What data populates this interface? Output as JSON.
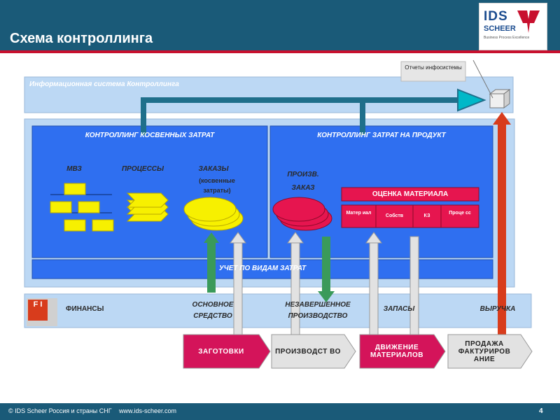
{
  "page": {
    "title": "Схема контроллинга",
    "footer_left": "© IDS Scheer Россия и страны СНГ",
    "footer_url": "www.ids-scheer.com",
    "page_number": "4"
  },
  "logo": {
    "line1": "IDS",
    "line2": "SCHEER",
    "tagline": "Business Process Excellence"
  },
  "diagram": {
    "info_system_label": "Информационная система Контроллинга",
    "reports_label": "Отчеты инфосистемы",
    "indirect_costs_title": "КОНТРОЛЛИНГ КОСВЕННЫХ ЗАТРАТ",
    "product_costs_title": "КОНТРОЛЛИНГ ЗАТРАТ НА ПРОДУКТ",
    "mvz_label": "МВЗ",
    "processes_label": "ПРОЦЕССЫ",
    "orders_label": "ЗАКАЗЫ",
    "orders_sub": "(косвенные затраты)",
    "prod_order_label_1": "ПРОИЗВ.",
    "prod_order_label_2": "ЗАКАЗ",
    "material_valuation": "ОЦЕНКА МАТЕРИАЛА",
    "cells": [
      "Матер иал",
      "Собств",
      "КЗ",
      "Проце сс"
    ],
    "cost_types": "УЧЕТ ПО ВИДАМ ЗАТРАТ",
    "fi_badge": "F I",
    "finance_label": "ФИНАНСЫ",
    "fixed_assets_1": "ОСНОВНОЕ",
    "fixed_assets_2": "СРЕДСТВО",
    "wip_1": "НЕЗАВЕРШЕННОЕ",
    "wip_2": "ПРОИЗВОДСТВО",
    "inventory": "ЗАПАСЫ",
    "revenue": "ВЫРУЧКА",
    "process_steps": [
      {
        "label": "ЗАГОТОВКИ",
        "color": "#d4145a"
      },
      {
        "label": "ПРОИЗВОДСТ ВО",
        "color": "#e2e2e2"
      },
      {
        "label": "ДВИЖЕНИЕ МАТЕРИАЛОВ",
        "color": "#d4145a"
      },
      {
        "label": "ПРОДАЖА ФАКТУРИРОВ АНИЕ",
        "color": "#e2e2e2"
      }
    ]
  },
  "colors": {
    "header": "#1a5a78",
    "accent_red": "#c8102e",
    "panel_light_blue": "#bcd8f4",
    "panel_blue": "#2f6ff0",
    "arrow_teal": "#1f6f8b",
    "shape_yellow": "#f7f000",
    "shape_crimson": "#e6154f",
    "arrow_green": "#3a9a5a"
  }
}
